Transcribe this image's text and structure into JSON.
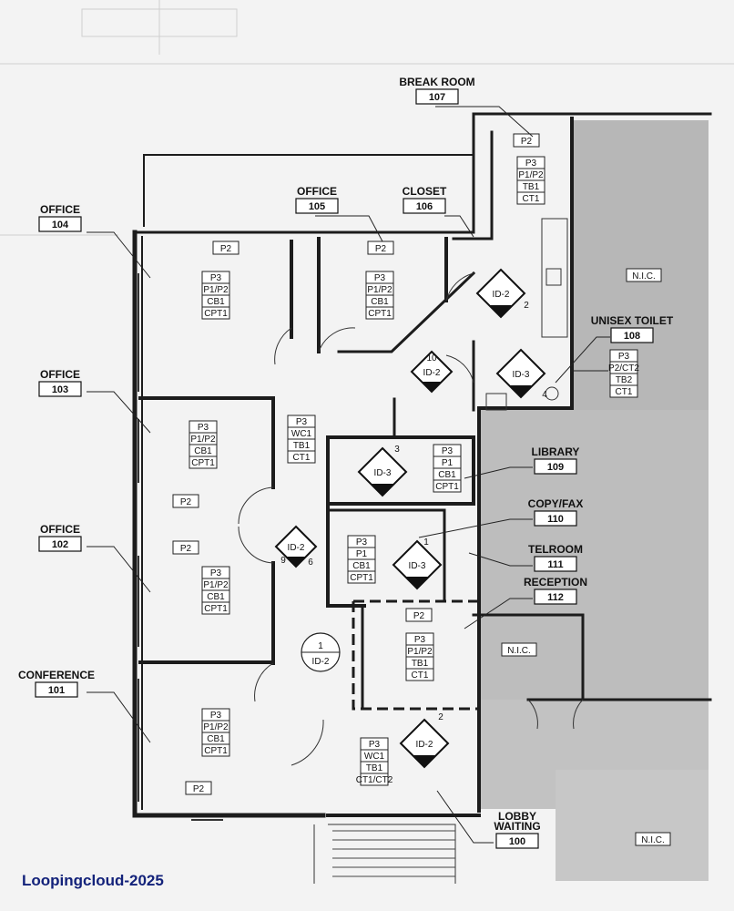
{
  "rooms": [
    {
      "id": "break-room",
      "label": "BREAK ROOM",
      "number": "107"
    },
    {
      "id": "office-105",
      "label": "OFFICE",
      "number": "105"
    },
    {
      "id": "closet",
      "label": "CLOSET",
      "number": "106"
    },
    {
      "id": "office-104",
      "label": "OFFICE",
      "number": "104"
    },
    {
      "id": "office-103",
      "label": "OFFICE",
      "number": "103"
    },
    {
      "id": "office-102",
      "label": "OFFICE",
      "number": "102"
    },
    {
      "id": "conference",
      "label": "CONFERENCE",
      "number": "101"
    },
    {
      "id": "unisex-toilet",
      "label": "UNISEX TOILET",
      "number": "108"
    },
    {
      "id": "library",
      "label": "LIBRARY",
      "number": "109"
    },
    {
      "id": "copy-fax",
      "label": "COPY/FAX",
      "number": "110"
    },
    {
      "id": "telroom",
      "label": "TELROOM",
      "number": "111"
    },
    {
      "id": "reception",
      "label": "RECEPTION",
      "number": "112"
    },
    {
      "id": "lobby",
      "label": "LOBBY WAITING",
      "number": "100"
    }
  ],
  "finishes": [
    {
      "id": "break",
      "lines": [
        "P3",
        "P1/P2",
        "TB1",
        "CT1"
      ]
    },
    {
      "id": "o104",
      "lines": [
        "P3",
        "P1/P2",
        "CB1",
        "CPT1"
      ]
    },
    {
      "id": "o105",
      "lines": [
        "P3",
        "P1/P2",
        "CB1",
        "CPT1"
      ]
    },
    {
      "id": "o103",
      "lines": [
        "P3",
        "P1/P2",
        "CB1",
        "CPT1"
      ]
    },
    {
      "id": "o102",
      "lines": [
        "P3",
        "P1/P2",
        "CB1",
        "CPT1"
      ]
    },
    {
      "id": "conf",
      "lines": [
        "P3",
        "P1/P2",
        "CB1",
        "CPT1"
      ]
    },
    {
      "id": "corr",
      "lines": [
        "P3",
        "WC1",
        "TB1",
        "CT1"
      ]
    },
    {
      "id": "lib",
      "lines": [
        "P3",
        "P1",
        "CB1",
        "CPT1"
      ]
    },
    {
      "id": "copy",
      "lines": [
        "P3",
        "P1",
        "CB1",
        "CPT1"
      ]
    },
    {
      "id": "recep",
      "lines": [
        "P3",
        "P1/P2",
        "TB1",
        "CT1"
      ]
    },
    {
      "id": "lobby",
      "lines": [
        "P3",
        "WC1",
        "TB1",
        "CT1/CT2"
      ]
    },
    {
      "id": "toilet",
      "lines": [
        "P3",
        "P2/CT2",
        "TB2",
        "CT1"
      ]
    }
  ],
  "tags": [
    {
      "id": "t1",
      "text": "ID-2",
      "num": "2"
    },
    {
      "id": "t2",
      "text": "ID-2",
      "num": "10"
    },
    {
      "id": "t3",
      "text": "ID-3",
      "num": "4"
    },
    {
      "id": "t4",
      "text": "ID-3",
      "num": "3"
    },
    {
      "id": "t5",
      "text": "ID-2",
      "num": "9",
      "num2": "6"
    },
    {
      "id": "t6",
      "text": "ID-3",
      "num": "1"
    },
    {
      "id": "t7",
      "text": "ID-2",
      "num": "2"
    }
  ],
  "section_tag": {
    "top": "1",
    "bottom": "ID-2"
  },
  "wall_labels": [
    "P2",
    "P2",
    "P2",
    "P2",
    "P2",
    "P2",
    "P2"
  ],
  "nic_label": "N.I.C.",
  "watermark": "Loopingcloud-2025"
}
